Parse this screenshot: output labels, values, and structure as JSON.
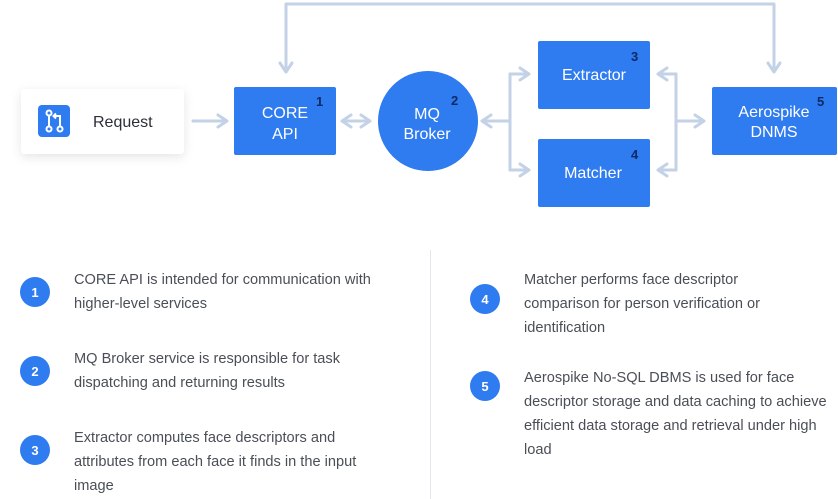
{
  "diagram": {
    "request_label": "Request",
    "nodes": {
      "core": {
        "line1": "CORE",
        "line2": "API",
        "badge": "1"
      },
      "mq": {
        "line1": "MQ",
        "line2": "Broker",
        "badge": "2"
      },
      "extractor": {
        "label": "Extractor",
        "badge": "3"
      },
      "matcher": {
        "label": "Matcher",
        "badge": "4"
      },
      "aerospike": {
        "line1": "Aerospike",
        "line2": "DNMS",
        "badge": "5"
      }
    },
    "colors": {
      "node": "#2f7bf0",
      "arrow": "#c3d2e6",
      "badge_text": "#0c2a66",
      "request_icon": "#2f7bf0"
    }
  },
  "legend": {
    "left": [
      {
        "num": "1",
        "text": "CORE API is intended for communication with higher-level services"
      },
      {
        "num": "2",
        "text": "MQ Broker service is responsible for task dispatching and returning results"
      },
      {
        "num": "3",
        "text": "Extractor computes face descriptors and attributes from each face it finds in the input image"
      }
    ],
    "right": [
      {
        "num": "4",
        "text": "Matcher performs face descriptor comparison for person verification or identification"
      },
      {
        "num": "5",
        "text": "Aerospike No-SQL DBMS is used for face descriptor storage and data caching to achieve efficient data storage and retrieval under high load"
      }
    ]
  }
}
